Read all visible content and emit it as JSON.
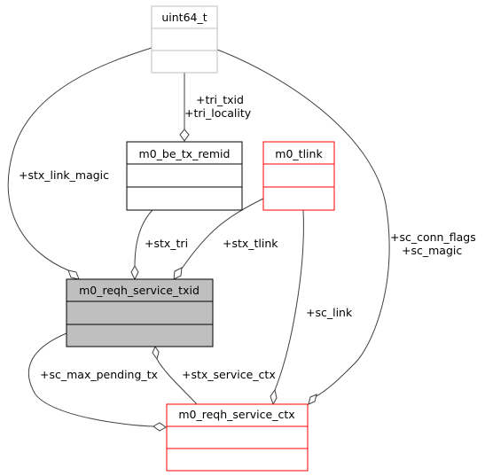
{
  "nodes": {
    "uint64_t": {
      "title": "uint64_t",
      "border": "#bfbfbf",
      "fill": "#ffffff"
    },
    "be_tx_remid": {
      "title": "m0_be_tx_remid",
      "border": "#000000",
      "fill": "#ffffff"
    },
    "tlink": {
      "title": "m0_tlink",
      "border": "#ff0000",
      "fill": "#ffffff"
    },
    "txid": {
      "title": "m0_reqh_service_txid",
      "border": "#000000",
      "fill": "#bfbfbf"
    },
    "ctx": {
      "title": "m0_reqh_service_ctx",
      "border": "#ff0000",
      "fill": "#ffffff"
    }
  },
  "edge_labels": {
    "tri_txid": "+tri_txid",
    "tri_locality": "+tri_locality",
    "stx_link_magic": "+stx_link_magic",
    "stx_tri": "+stx_tri",
    "stx_tlink": "+stx_tlink",
    "sc_conn_flags": "+sc_conn_flags",
    "sc_magic": "+sc_magic",
    "sc_link": "+sc_link",
    "sc_max_pending_tx": "+sc_max_pending_tx",
    "stx_service_ctx": "+stx_service_ctx"
  }
}
